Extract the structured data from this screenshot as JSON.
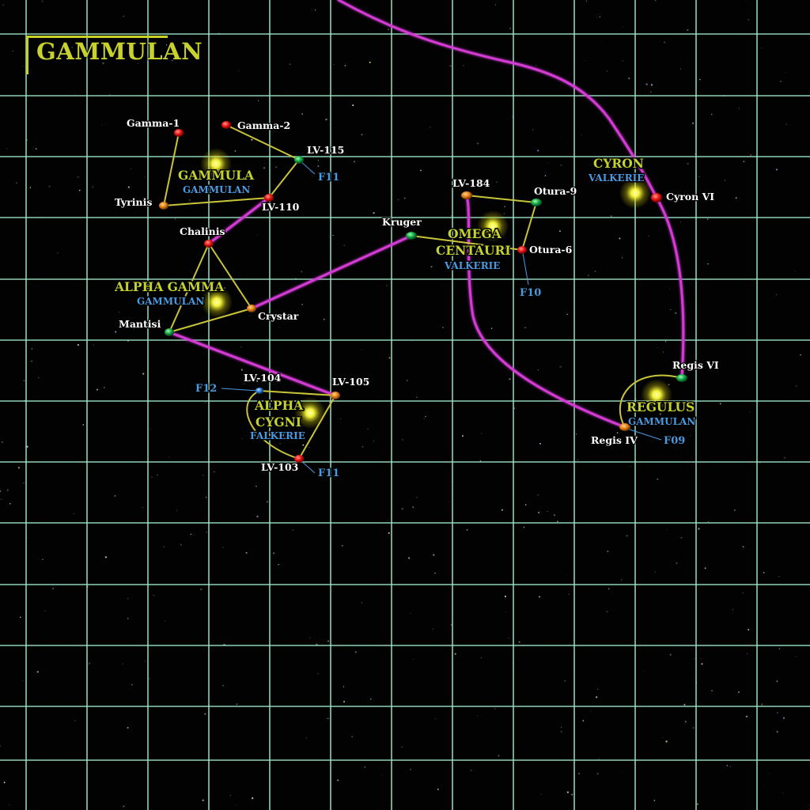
{
  "map_title": "GAMMULAN",
  "colors": {
    "grid": "#9fe8c8",
    "hyperlane": "#d43ad4",
    "system_link": "#c8c43a",
    "system_name": "#c6d22e",
    "faction": "#4a9ae0",
    "planet_label": "#ffffff",
    "sun": "#ffff40"
  },
  "systems": [
    {
      "id": "gammula",
      "name_lines": [
        "GAMMULA"
      ],
      "faction": "GAMMULAN"
    },
    {
      "id": "alpha-gamma",
      "name_lines": [
        "ALPHA GAMMA"
      ],
      "faction": "GAMMULAN"
    },
    {
      "id": "alpha-cygni",
      "name_lines": [
        "ALPHA",
        "CYGNI"
      ],
      "faction": "FALKERIE"
    },
    {
      "id": "omega-centauri",
      "name_lines": [
        "OMEGA",
        "CENTAURI"
      ],
      "faction": "VALKERIE"
    },
    {
      "id": "cyron",
      "name_lines": [
        "CYRON"
      ],
      "faction": "VALKERIE"
    },
    {
      "id": "regulus",
      "name_lines": [
        "REGULUS"
      ],
      "faction": "GAMMULAN"
    }
  ],
  "planets": [
    {
      "id": "gamma-1",
      "label": "Gamma-1",
      "color": "red"
    },
    {
      "id": "gamma-2",
      "label": "Gamma-2",
      "color": "red"
    },
    {
      "id": "lv-115",
      "label": "LV-115",
      "color": "green"
    },
    {
      "id": "tyrinis",
      "label": "Tyrinis",
      "color": "orange"
    },
    {
      "id": "lv-110",
      "label": "LV-110",
      "color": "red"
    },
    {
      "id": "chalinis",
      "label": "Chalinis",
      "color": "red"
    },
    {
      "id": "mantisi",
      "label": "Mantisi",
      "color": "green"
    },
    {
      "id": "crystar",
      "label": "Crystar",
      "color": "orange"
    },
    {
      "id": "lv-104",
      "label": "LV-104",
      "color": "blue"
    },
    {
      "id": "lv-105",
      "label": "LV-105",
      "color": "orange"
    },
    {
      "id": "lv-103",
      "label": "LV-103",
      "color": "red"
    },
    {
      "id": "kruger",
      "label": "Kruger",
      "color": "green"
    },
    {
      "id": "lv-184",
      "label": "LV-184",
      "color": "orange"
    },
    {
      "id": "otura-9",
      "label": "Otura-9",
      "color": "green"
    },
    {
      "id": "otura-6",
      "label": "Otura-6",
      "color": "red"
    },
    {
      "id": "cyron-vi",
      "label": "Cyron VI",
      "color": "red"
    },
    {
      "id": "regis-vi",
      "label": "Regis VI",
      "color": "green"
    },
    {
      "id": "regis-iv",
      "label": "Regis IV",
      "color": "orange"
    }
  ],
  "fleets": [
    {
      "id": "fleet-lv115",
      "label": "F11"
    },
    {
      "id": "fleet-otura6",
      "label": "F10"
    },
    {
      "id": "fleet-lv104",
      "label": "F12"
    },
    {
      "id": "fleet-lv103",
      "label": "F11"
    },
    {
      "id": "fleet-regis4",
      "label": "F09"
    }
  ]
}
